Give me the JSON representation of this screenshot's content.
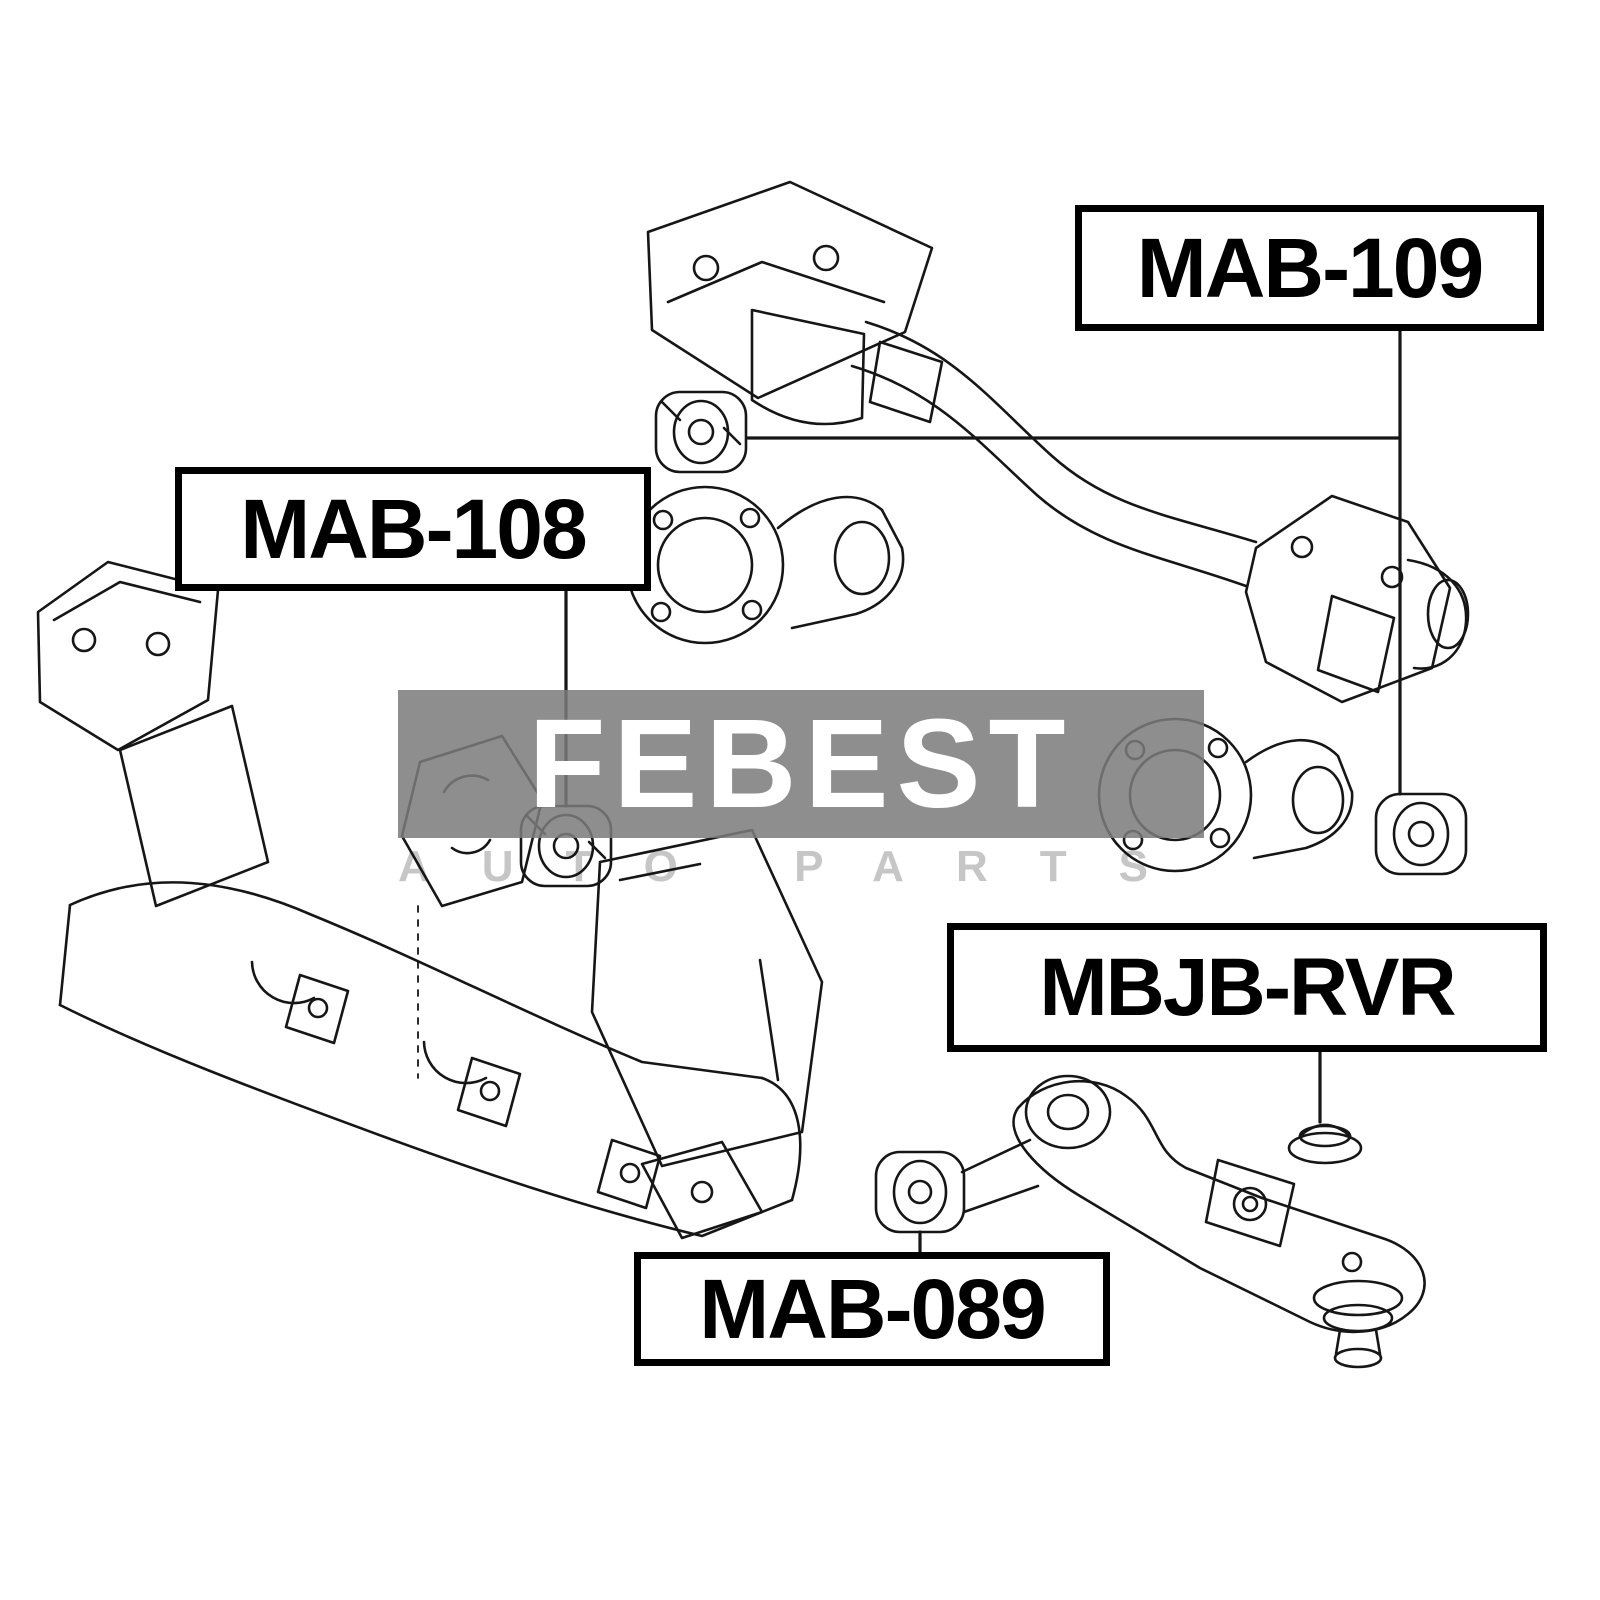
{
  "diagram": {
    "type": "auto-parts-exploded-diagram",
    "labels": [
      {
        "part_number": "MAB-109"
      },
      {
        "part_number": "MAB-108"
      },
      {
        "part_number": "MBJB-RVR"
      },
      {
        "part_number": "MAB-089"
      }
    ],
    "watermark": {
      "brand": "FEBEST",
      "subtitle": "AUTO PARTS",
      "band_color": "#7c7c7c",
      "brand_color": "#ffffff",
      "subtitle_color": "#c6c6c6"
    },
    "colors": {
      "background": "#ffffff",
      "line": "#161616",
      "label_border": "#000000",
      "label_text": "#000000"
    }
  }
}
